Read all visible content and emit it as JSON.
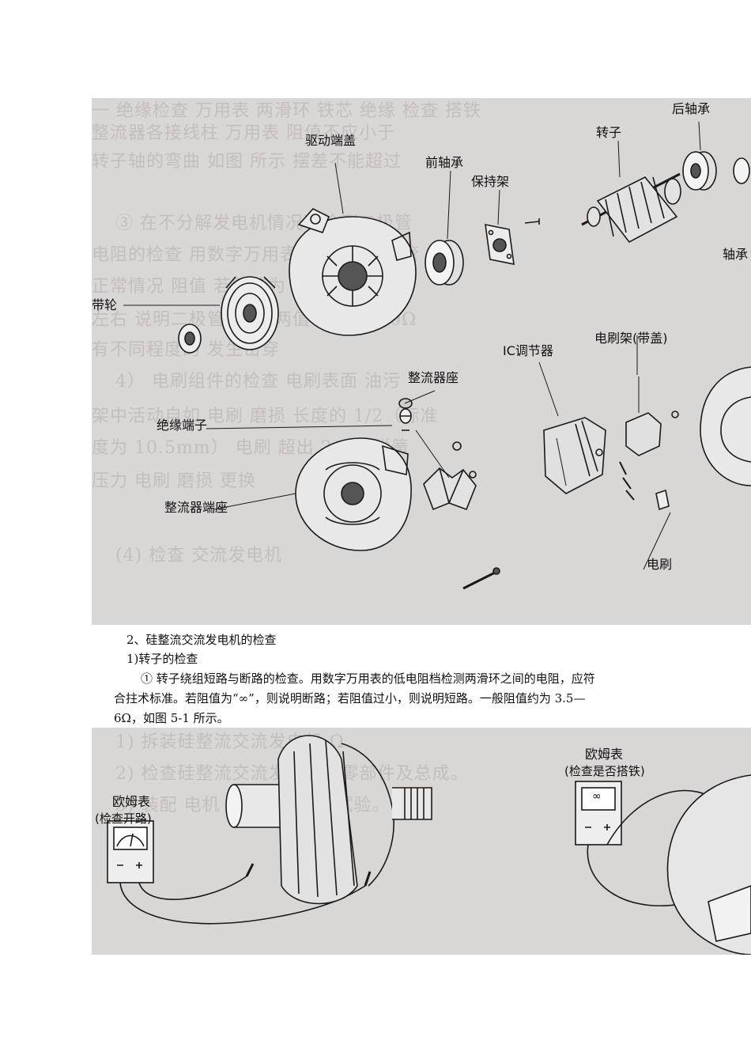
{
  "figure1": {
    "labels": {
      "drive_end_cover": "驱动端盖",
      "front_bearing": "前轴承",
      "retainer": "保持架",
      "rotor": "转子",
      "rear_bearing": "后轴承",
      "bearing_cut": "轴承",
      "pulley": "带轮",
      "ic_regulator": "IC调节器",
      "brush_holder": "电刷架(带盖)",
      "rectifier_seat": "整流器座",
      "insulated_terminal": "绝缘端子",
      "rectifier_end_seat": "整流器端座",
      "brush": "电刷"
    }
  },
  "text": {
    "section_heading": "2、硅整流交流发电机的检查",
    "sub_heading": "1)转子的检查",
    "para_line1": "① 转子绕组短路与断路的检查。用数字万用表的低电阻档检测两滑环之间的电阻，应符",
    "para_line2": "合拄术标准。若阻值为“∞”，则说明断路；若阻值过小，则说明短路。一般阻值约为 3.5—",
    "para_line3": "6Ω，如图 5-1 所示。"
  },
  "figure2": {
    "labels": {
      "ohmmeter_left": "欧姆表",
      "check_open": "(检查开路)",
      "ohmmeter_right": "欧姆表",
      "check_ground": "(检查是否搭铁)",
      "meter_symbol": "∞"
    }
  }
}
